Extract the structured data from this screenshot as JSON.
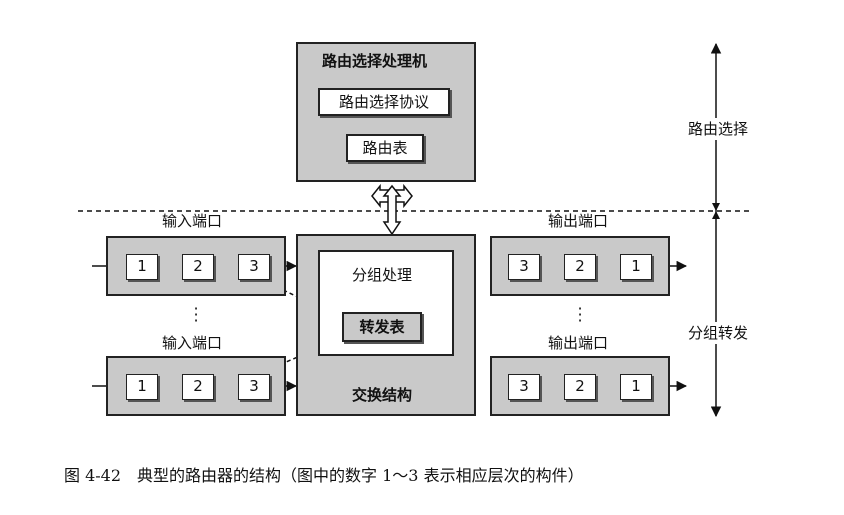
{
  "routing_processor": {
    "title": "路由选择处理机",
    "protocol_box": "路由选择协议",
    "table_box": "路由表"
  },
  "switch_fabric": {
    "label": "交换结构",
    "processing_label": "分组处理",
    "forwarding_table": "转发表"
  },
  "input_ports": {
    "label_top": "输入端口",
    "label_bottom": "输入端口",
    "cells": [
      "1",
      "2",
      "3"
    ]
  },
  "output_ports": {
    "label_top": "输出端口",
    "label_bottom": "输出端口",
    "cells": [
      "3",
      "2",
      "1"
    ]
  },
  "right_labels": {
    "routing": "路由选择",
    "forwarding": "分组转发"
  },
  "caption": "图 4-42　典型的路由器的结构（图中的数字 1～3 表示相应层次的构件）"
}
